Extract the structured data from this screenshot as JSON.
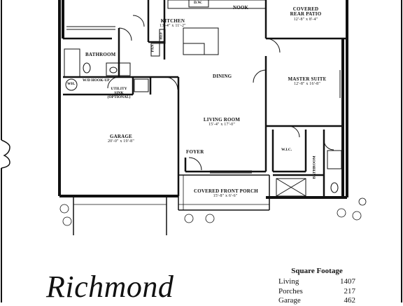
{
  "plan_name": "Richmond",
  "rooms": {
    "kitchen": {
      "name": "KITCHEN",
      "dim": "13'-4\" x 11'-2\""
    },
    "nook": {
      "name": "NOOK"
    },
    "patio": {
      "name": "COVERED\nREAR PATIO",
      "dim": "12'-8\" x 8'-4\""
    },
    "bathroom": {
      "name": "BATHROOM"
    },
    "dining": {
      "name": "DINING"
    },
    "master": {
      "name": "MASTER SUITE",
      "dim": "12'-8\" x 16'-8\""
    },
    "wh": {
      "name": "WH."
    },
    "washer": {
      "name": "W/D HOOK-UP"
    },
    "sink": {
      "name": "UTILITY\nSINK\n(OPTIONAL)"
    },
    "living": {
      "name": "LIVING ROOM",
      "dim": "15'-4\" x 17'-0\""
    },
    "garage": {
      "name": "GARAGE",
      "dim": "20'-0\" x 19'-8\""
    },
    "foyer": {
      "name": "FOYER"
    },
    "wic": {
      "name": "W.I.C."
    },
    "bath2": {
      "name": "BATHROOM"
    },
    "porch": {
      "name": "COVERED FRONT PORCH",
      "dim": "15'-8\" x 6'-6\""
    },
    "pan": {
      "name": "PAN"
    },
    "ref": {
      "name": "REF"
    },
    "dw": {
      "name": "D.W."
    }
  },
  "square_footage": {
    "title": "Square Footage",
    "rows": [
      {
        "label": "Living",
        "value": "1407"
      },
      {
        "label": "Porches",
        "value": "217"
      },
      {
        "label": "Garage",
        "value": "462"
      }
    ]
  }
}
